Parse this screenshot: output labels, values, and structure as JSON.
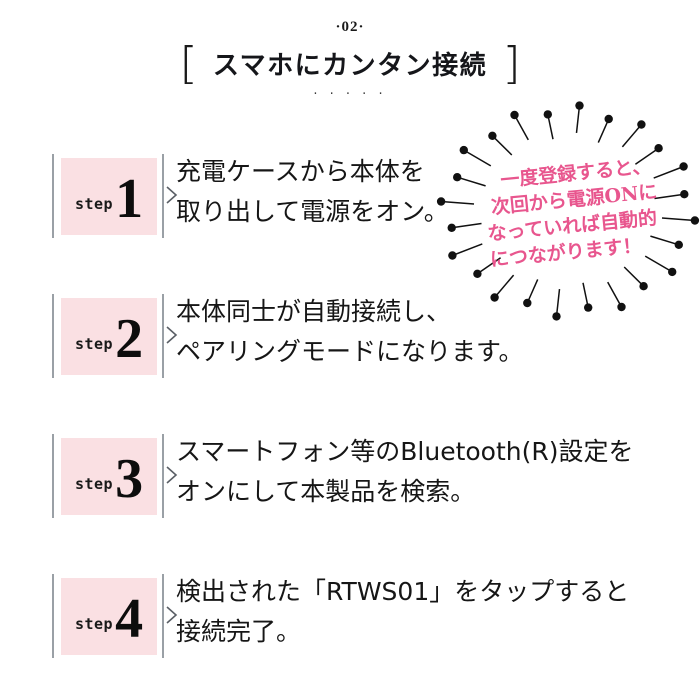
{
  "header": {
    "section_number": "·02·",
    "bracket_left": "[",
    "bracket_right": "]",
    "title": "スマホにカンタン接続",
    "dots": "· · · · ·"
  },
  "steps": [
    {
      "badge_label": "step",
      "number": "1",
      "chevron_icon": "chevron-right-icon",
      "lines": [
        "充電ケースから本体を",
        "取り出して電源をオン。"
      ]
    },
    {
      "badge_label": "step",
      "number": "2",
      "chevron_icon": "chevron-right-icon",
      "lines": [
        "本体同士が自動接続し、",
        "ペアリングモードになります。"
      ]
    },
    {
      "badge_label": "step",
      "number": "3",
      "chevron_icon": "chevron-right-icon",
      "lines": [
        "スマートフォン等のBluetooth(R)設定を",
        "オンにして本製品を検索。"
      ]
    },
    {
      "badge_label": "step",
      "number": "4",
      "chevron_icon": "chevron-right-icon",
      "lines": [
        "検出された「RTWS01」をタップすると",
        "接続完了。"
      ]
    }
  ],
  "callout": {
    "icon": "starburst-pins-icon",
    "lines": [
      "一度登録すると、",
      "次回から電源ONに",
      "なっていれば自動的",
      "につながります！"
    ]
  },
  "colors": {
    "badge_pink": "#fae0e3",
    "callout_pink": "#e8568e",
    "rule_gray": "#9aa0a6",
    "ink": "#161616",
    "background": "#ffffff"
  }
}
